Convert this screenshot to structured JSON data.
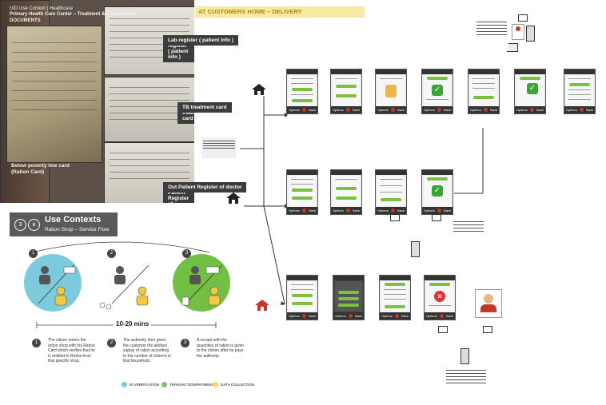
{
  "header": {
    "context_line": "UID Use Context | Healthcare",
    "title_line": "Primary Health Care Center – Treatment & Consultation",
    "documents": "DOCUMENTS",
    "delivery_band": "AT CUSTOMERS HOME – DELIVERY"
  },
  "photo_labels": {
    "lab": "Lab register ( patient info )",
    "tb": "TB treatment card",
    "op": "Out Patient Register of doctor",
    "card": "Below poverty line card\n(Ration Card)"
  },
  "use_contexts": {
    "number": "3",
    "letter": "a",
    "title": "Use Contexts",
    "subtitle": "Ration Shop – Service Flow"
  },
  "timeline": "10-20 mins",
  "steps": [
    {
      "num": "1",
      "text": "The citizen enters the ration shop with his Ration Card which verifies that he is entitled to Ration from that specific shop."
    },
    {
      "num": "2",
      "text": "The authority then gives the customer the allotted supply of ration according to the number of citizens in that household."
    },
    {
      "num": "3",
      "text": "A receipt with the quantities of ration is given to the citizen after he pays the authority."
    }
  ],
  "legend": [
    {
      "label": "ID VERIFICATION",
      "color": "#7ccbdc"
    },
    {
      "label": "TRANSACTION/PAYMENT",
      "color": "#7cc26a"
    },
    {
      "label": "DATA COLLECTION",
      "color": "#f5d76e"
    }
  ],
  "phone_softkeys": {
    "left": "Options",
    "right": "Back"
  },
  "colors": {
    "id_circle": "#7ccbdc",
    "txn_circle": "#72c043",
    "accent_green": "#7cc042",
    "error_red": "#d33333"
  }
}
